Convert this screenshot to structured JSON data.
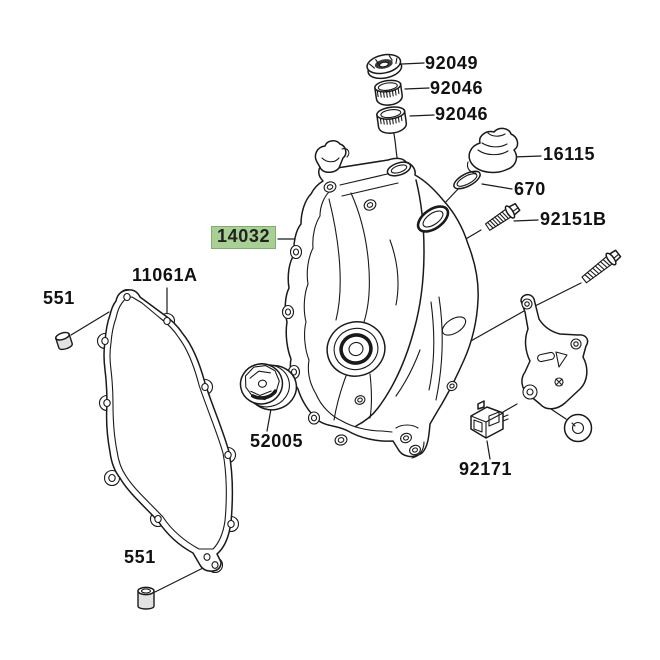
{
  "diagram": {
    "kind": "exploded-parts-diagram",
    "highlight_color": "#a8d094",
    "line_color": "#1a1a1a",
    "background_color": "#ffffff"
  },
  "parts": [
    {
      "number": "92049",
      "name": "oil-seal",
      "highlighted": false
    },
    {
      "number": "92046",
      "name": "bushing-upper",
      "highlighted": false
    },
    {
      "number": "92046",
      "name": "bushing-lower",
      "highlighted": false
    },
    {
      "number": "16115",
      "name": "oil-filler-cap",
      "highlighted": false
    },
    {
      "number": "670",
      "name": "o-ring",
      "highlighted": false
    },
    {
      "number": "92151B",
      "name": "flange-bolt",
      "highlighted": false
    },
    {
      "number": "14032",
      "name": "clutch-cover",
      "highlighted": true
    },
    {
      "number": "11061A",
      "name": "cover-gasket",
      "highlighted": false
    },
    {
      "number": "551",
      "name": "dowel-pin-upper",
      "highlighted": false
    },
    {
      "number": "52005",
      "name": "plug",
      "highlighted": false
    },
    {
      "number": "92171",
      "name": "switch",
      "highlighted": false
    },
    {
      "number": "551",
      "name": "dowel-pin-lower",
      "highlighted": false
    }
  ]
}
